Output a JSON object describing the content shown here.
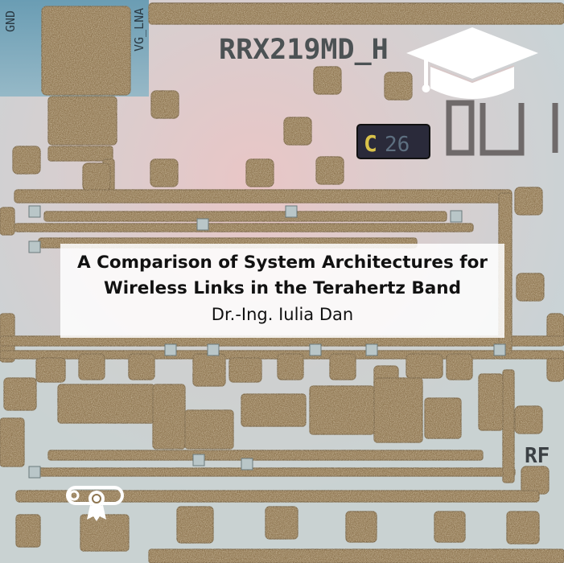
{
  "chip": {
    "labels": {
      "gnd": "GND",
      "vg_lna": "VG_LNA",
      "part": "RRX219MD_H",
      "code_c": "C",
      "code_num": "26",
      "rf": "RF"
    }
  },
  "overlay": {
    "title_line1": "A Comparison of System Architectures for",
    "title_line2": "Wireless Links in the Terahertz Band",
    "author": "Dr.-Ing. Iulia Dan"
  },
  "icons": {
    "cap": "graduation-cap-icon",
    "cert": "certificate-icon"
  },
  "colors": {
    "pad": "#8f7652",
    "substrate": "#d7cbc6",
    "cap_fill": "#ffffff"
  }
}
